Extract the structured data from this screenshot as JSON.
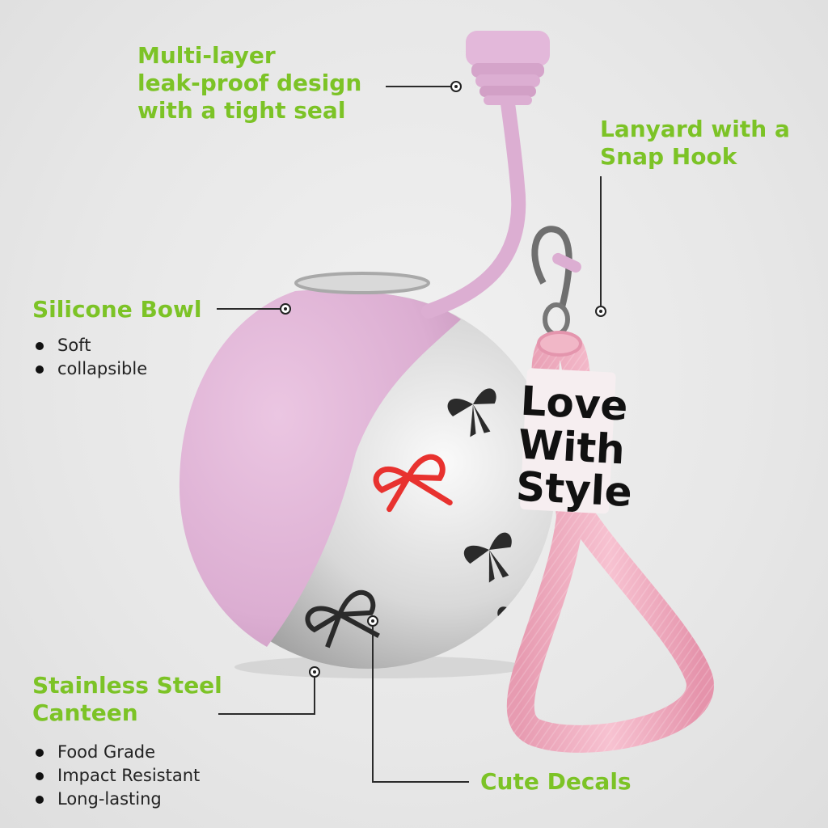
{
  "callouts": {
    "seal": {
      "lines": [
        "Multi-layer",
        "leak-proof design",
        "with a tight seal"
      ]
    },
    "lanyard": {
      "lines": [
        "Lanyard with a",
        "Snap Hook"
      ]
    },
    "bowl": {
      "title": "Silicone Bowl",
      "bullets": [
        "Soft",
        "collapsible"
      ]
    },
    "canteen": {
      "lines": [
        "Stainless Steel",
        "Canteen"
      ],
      "bullets": [
        "Food Grade",
        "Impact Resistant",
        "Long-lasting"
      ]
    },
    "decals": {
      "title": "Cute Decals"
    }
  },
  "strap_tag": {
    "lines": [
      "Love",
      "With",
      "Style"
    ]
  },
  "colors": {
    "accent_green": "#7cc326",
    "silicone_pink": "#e0b3d6",
    "strap_pink": "#f4b0c4",
    "decal_red": "#e8322f"
  },
  "icons": [
    "callout-marker-icon",
    "bullet-dot-icon",
    "bow-decal-icon"
  ]
}
